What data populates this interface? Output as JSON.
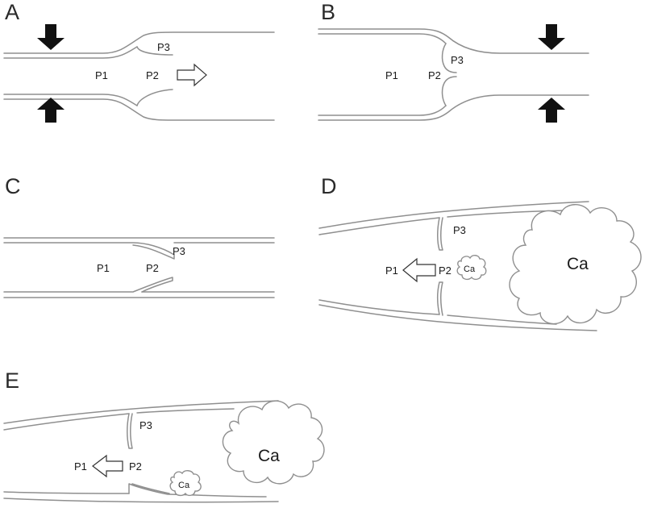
{
  "panels": {
    "A": {
      "letter": "A",
      "labels": {
        "p1": "P1",
        "p2": "P2",
        "p3": "P3"
      }
    },
    "B": {
      "letter": "B",
      "labels": {
        "p1": "P1",
        "p2": "P2",
        "p3": "P3"
      }
    },
    "C": {
      "letter": "C",
      "labels": {
        "p1": "P1",
        "p2": "P2",
        "p3": "P3"
      }
    },
    "D": {
      "letter": "D",
      "labels": {
        "p1": "P1",
        "p2": "P2",
        "p3": "P3",
        "ca_large": "Ca",
        "ca_small": "Ca"
      }
    },
    "E": {
      "letter": "E",
      "labels": {
        "p1": "P1",
        "p2": "P2",
        "p3": "P3",
        "ca_large": "Ca",
        "ca_small": "Ca"
      }
    }
  },
  "colors": {
    "vessel_wall": "#8f8f8f",
    "solid_arrow": "#111111",
    "open_arrow_fill": "#ffffff",
    "text": "#1a1a1a"
  },
  "icons": {
    "compression_arrow": "solid-down-up-arrow",
    "flow_arrow": "open-outline-arrow",
    "calcification": "cloud-shape"
  }
}
